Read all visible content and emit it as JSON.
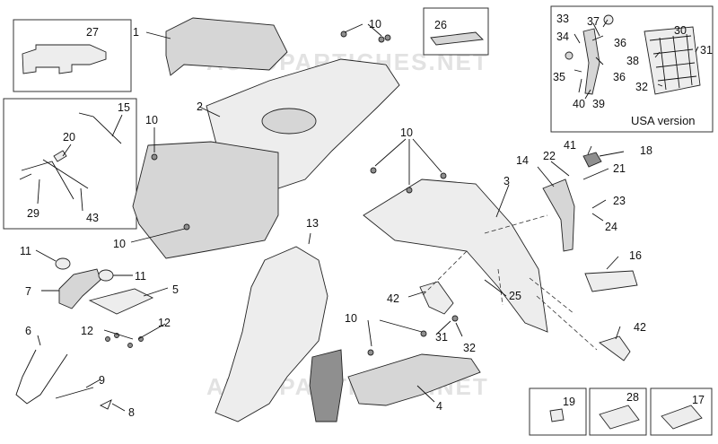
{
  "watermark": "AUTOPARTICHES.NET",
  "usa_box": {
    "caption": "USA version"
  },
  "callouts": [
    {
      "id": "c1",
      "text": "1"
    },
    {
      "id": "c2",
      "text": "2"
    },
    {
      "id": "c3",
      "text": "3"
    },
    {
      "id": "c4",
      "text": "4"
    },
    {
      "id": "c5",
      "text": "5"
    },
    {
      "id": "c6",
      "text": "6"
    },
    {
      "id": "c7",
      "text": "7"
    },
    {
      "id": "c8",
      "text": "8"
    },
    {
      "id": "c9",
      "text": "9"
    },
    {
      "id": "c10a",
      "text": "10"
    },
    {
      "id": "c10b",
      "text": "10"
    },
    {
      "id": "c10c",
      "text": "10"
    },
    {
      "id": "c10d",
      "text": "10"
    },
    {
      "id": "c10e",
      "text": "10"
    },
    {
      "id": "c11a",
      "text": "11"
    },
    {
      "id": "c11b",
      "text": "11"
    },
    {
      "id": "c12a",
      "text": "12"
    },
    {
      "id": "c12b",
      "text": "12"
    },
    {
      "id": "c13",
      "text": "13"
    },
    {
      "id": "c14",
      "text": "14"
    },
    {
      "id": "c15",
      "text": "15"
    },
    {
      "id": "c16",
      "text": "16"
    },
    {
      "id": "c17",
      "text": "17"
    },
    {
      "id": "c18",
      "text": "18"
    },
    {
      "id": "c19",
      "text": "19"
    },
    {
      "id": "c20",
      "text": "20"
    },
    {
      "id": "c21",
      "text": "21"
    },
    {
      "id": "c22",
      "text": "22"
    },
    {
      "id": "c23",
      "text": "23"
    },
    {
      "id": "c24",
      "text": "24"
    },
    {
      "id": "c25",
      "text": "25"
    },
    {
      "id": "c26",
      "text": "26"
    },
    {
      "id": "c27",
      "text": "27"
    },
    {
      "id": "c28",
      "text": "28"
    },
    {
      "id": "c29",
      "text": "29"
    },
    {
      "id": "c30",
      "text": "30"
    },
    {
      "id": "c31a",
      "text": "31"
    },
    {
      "id": "c31b",
      "text": "31"
    },
    {
      "id": "c32a",
      "text": "32"
    },
    {
      "id": "c32b",
      "text": "32"
    },
    {
      "id": "c33",
      "text": "33"
    },
    {
      "id": "c34",
      "text": "34"
    },
    {
      "id": "c35",
      "text": "35"
    },
    {
      "id": "c36a",
      "text": "36"
    },
    {
      "id": "c36b",
      "text": "36"
    },
    {
      "id": "c37",
      "text": "37"
    },
    {
      "id": "c38",
      "text": "38"
    },
    {
      "id": "c39",
      "text": "39"
    },
    {
      "id": "c40",
      "text": "40"
    },
    {
      "id": "c41",
      "text": "41"
    },
    {
      "id": "c42a",
      "text": "42"
    },
    {
      "id": "c42b",
      "text": "42"
    },
    {
      "id": "c43",
      "text": "43"
    }
  ]
}
